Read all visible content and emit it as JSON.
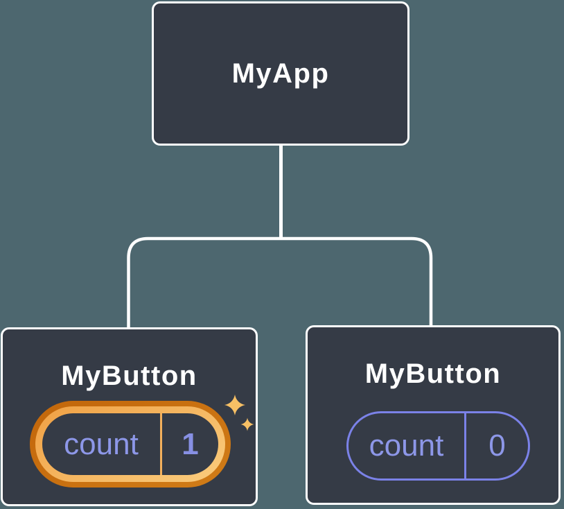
{
  "diagram": {
    "description": "Component tree: MyApp root with two MyButton children, each holding a count state pill; the first child's state is highlighted as just updated",
    "root": {
      "label": "MyApp"
    },
    "children": [
      {
        "label": "MyButton",
        "state": {
          "key": "count",
          "value": "1"
        },
        "highlighted": true
      },
      {
        "label": "MyButton",
        "state": {
          "key": "count",
          "value": "0"
        },
        "highlighted": false
      }
    ]
  },
  "icons": {
    "sparkle": "four-point-star-sparkle"
  },
  "colors": {
    "background": "#4d676f",
    "node_fill": "#353b46",
    "node_border": "#ffffff",
    "node_text": "#ffffff",
    "connector": "#ffffff",
    "state_text_purple": "#8d97e8",
    "state_value_purple": "#8790e4",
    "pill_border_purple": "#7b82e8",
    "highlight_outer_orange": "#c4690c",
    "highlight_inner_orange": "#f5b05b",
    "highlight_divider_orange": "#f3b05c",
    "sparkle_gold": "#f7c065"
  }
}
